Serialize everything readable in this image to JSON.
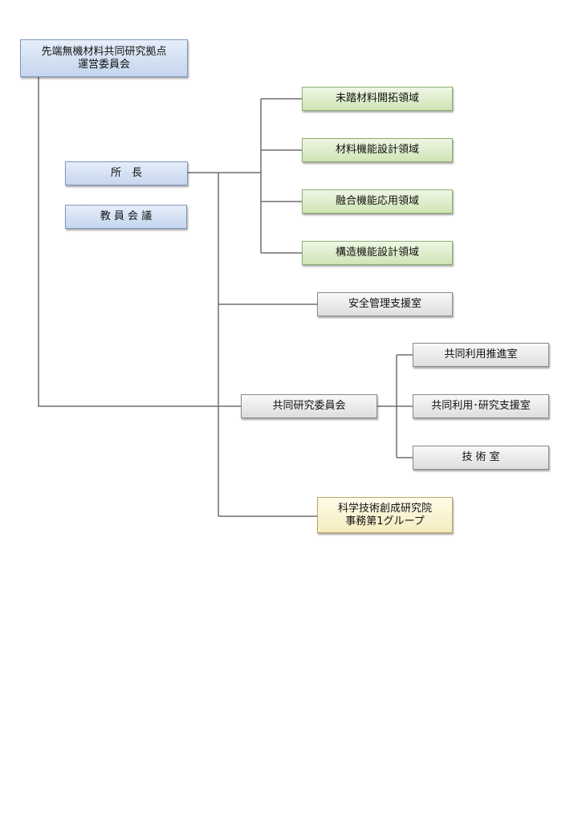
{
  "nodes": {
    "steering": {
      "line1": "先端無機材料共同研究拠点",
      "line2": "運営委員会"
    },
    "director": {
      "label": "所　長"
    },
    "faculty": {
      "label": "教 員 会 議"
    },
    "area1": {
      "label": "未踏材料開拓領域"
    },
    "area2": {
      "label": "材料機能設計領域"
    },
    "area3": {
      "label": "融合機能応用領域"
    },
    "area4": {
      "label": "構造機能設計領域"
    },
    "safety": {
      "label": "安全管理支援室"
    },
    "joint_committee": {
      "label": "共同研究委員会"
    },
    "promotion": {
      "label": "共同利用推進室"
    },
    "support": {
      "label": "共同利用･研究支援室"
    },
    "technical": {
      "label": "技 術 室"
    },
    "office": {
      "line1": "科学技術創成研究院",
      "line2": "事務第1グループ"
    }
  },
  "colors": {
    "connector": "#6e6e6e",
    "blue_box": "#c5d6ef",
    "green_box": "#cfe5b5",
    "gray_box": "#dedede",
    "yellow_box": "#f5ecbf"
  }
}
